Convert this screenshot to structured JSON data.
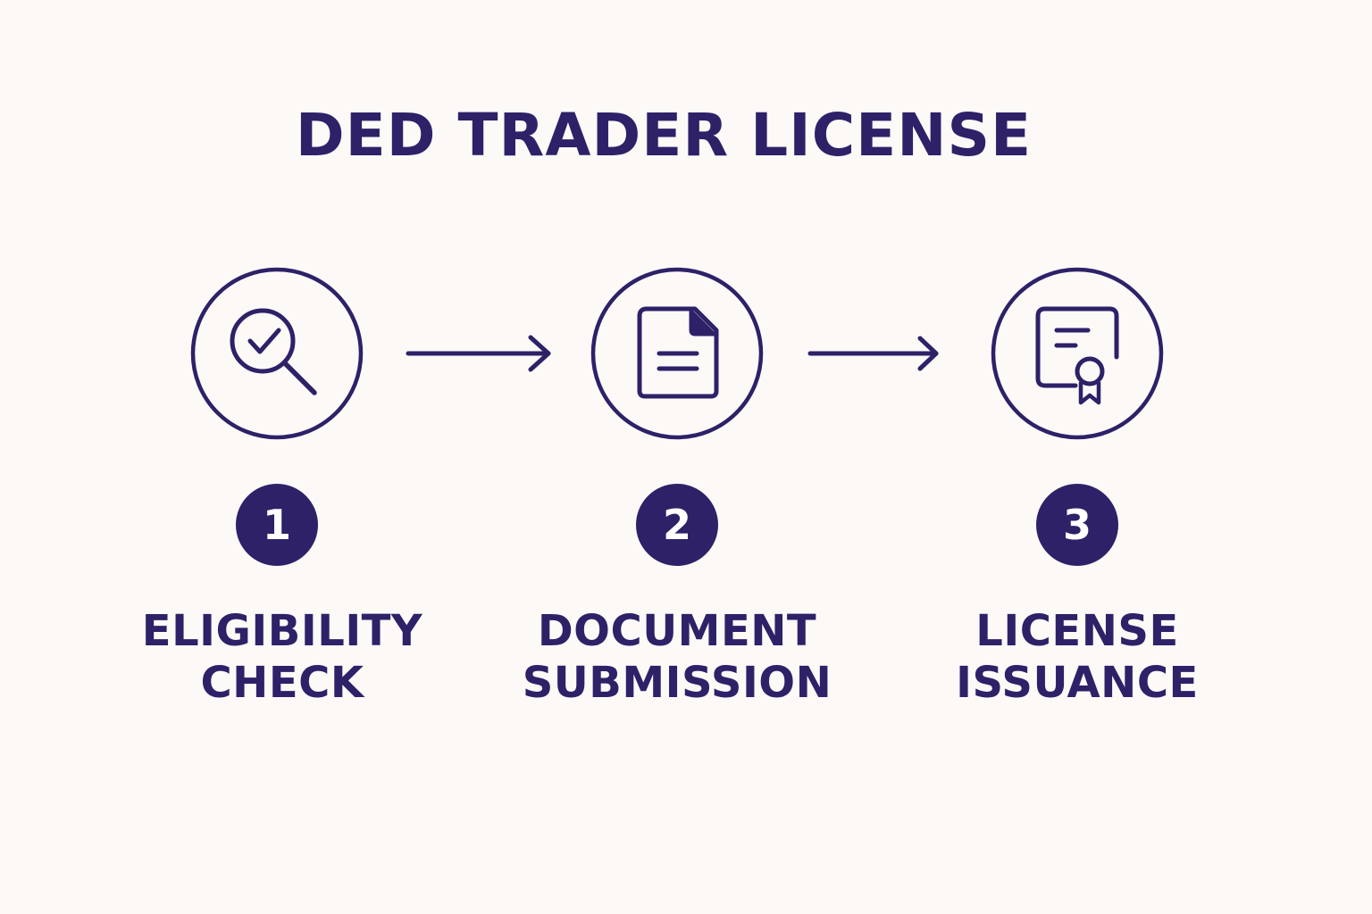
{
  "title": "DED TRADER LICENSE",
  "colors": {
    "primary": "#2e2168",
    "background": "#fcf9f7",
    "badge_text": "#ffffff"
  },
  "steps": [
    {
      "number": "1",
      "label_line1": "ELIGIBILITY",
      "label_line2": "CHECK",
      "icon": "magnifier-check-icon"
    },
    {
      "number": "2",
      "label_line1": "DOCUMENT",
      "label_line2": "SUBMISSION",
      "icon": "document-icon"
    },
    {
      "number": "3",
      "label_line1": "LICENSE",
      "label_line2": "ISSUANCE",
      "icon": "certificate-icon"
    }
  ]
}
